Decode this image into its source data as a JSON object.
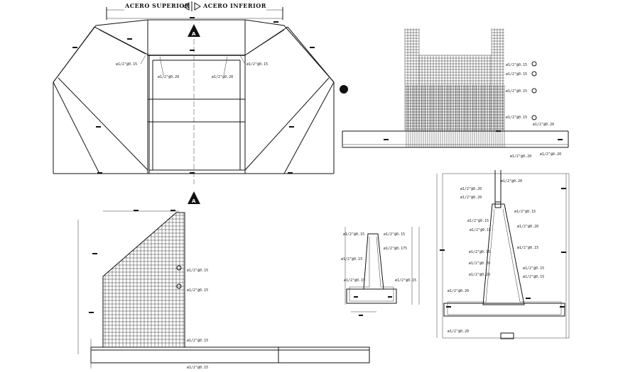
{
  "header": {
    "superior": "ACERO SUPERIOR",
    "inferior": "ACERO INFERIOR"
  },
  "section_marker": "A",
  "plan_labels": {
    "left_1": "ø1/2\"@0.15",
    "left_2": "ø1/2\"@0.20",
    "right_1": "ø1/2\"@0.15",
    "right_2": "ø1/2\"@0.20"
  },
  "elevation_labels": {
    "l1": "ø1/2\"@0.15",
    "l2": "ø1/2\"@0.15",
    "l3": "ø1/2\"@0.15",
    "l4": "ø1/2\"@0.15",
    "l5": "ø1/2\"@0.20",
    "l6": "ø1/2\"@0.20",
    "l7": "ø1/2\"@0.20"
  },
  "wing_labels": {
    "l1": "ø1/2\"@0.15",
    "l2": "ø1/2\"@0.15",
    "l3": "ø1/2\"@0.15",
    "l4": "ø1/2\"@0.15"
  },
  "small_section_labels": {
    "l1": "ø1/2\"@0.15",
    "l2": "ø1/2\"@0.15",
    "l3": "ø1/2\"@0.175",
    "l4": "ø1/2\"@0.15",
    "l5": "ø1/2\"@0.15",
    "l6": "ø1/2\"@0.15"
  },
  "large_section_labels": {
    "l1": "ø1/2\"@0.20",
    "l2": "ø1/2\"@0.20",
    "l3": "ø1/2\"@0.20",
    "l4": "ø1/2\"@0.15",
    "l5": "ø1/2\"@0.15",
    "l6": "ø1/2\"@0.15",
    "l7": "ø1/2\"@0.20",
    "l8": "ø1/2\"@0.15",
    "l9": "ø1/2\"@0.15",
    "l10": "ø1/2\"@0.20",
    "l11": "ø1/2\"@0.20",
    "l12": "ø1/2\"@0.15",
    "l13": "ø1/2\"@0.15",
    "l14": "ø1/2\"@0.20",
    "l15": "ø1/2\"@0.20"
  }
}
